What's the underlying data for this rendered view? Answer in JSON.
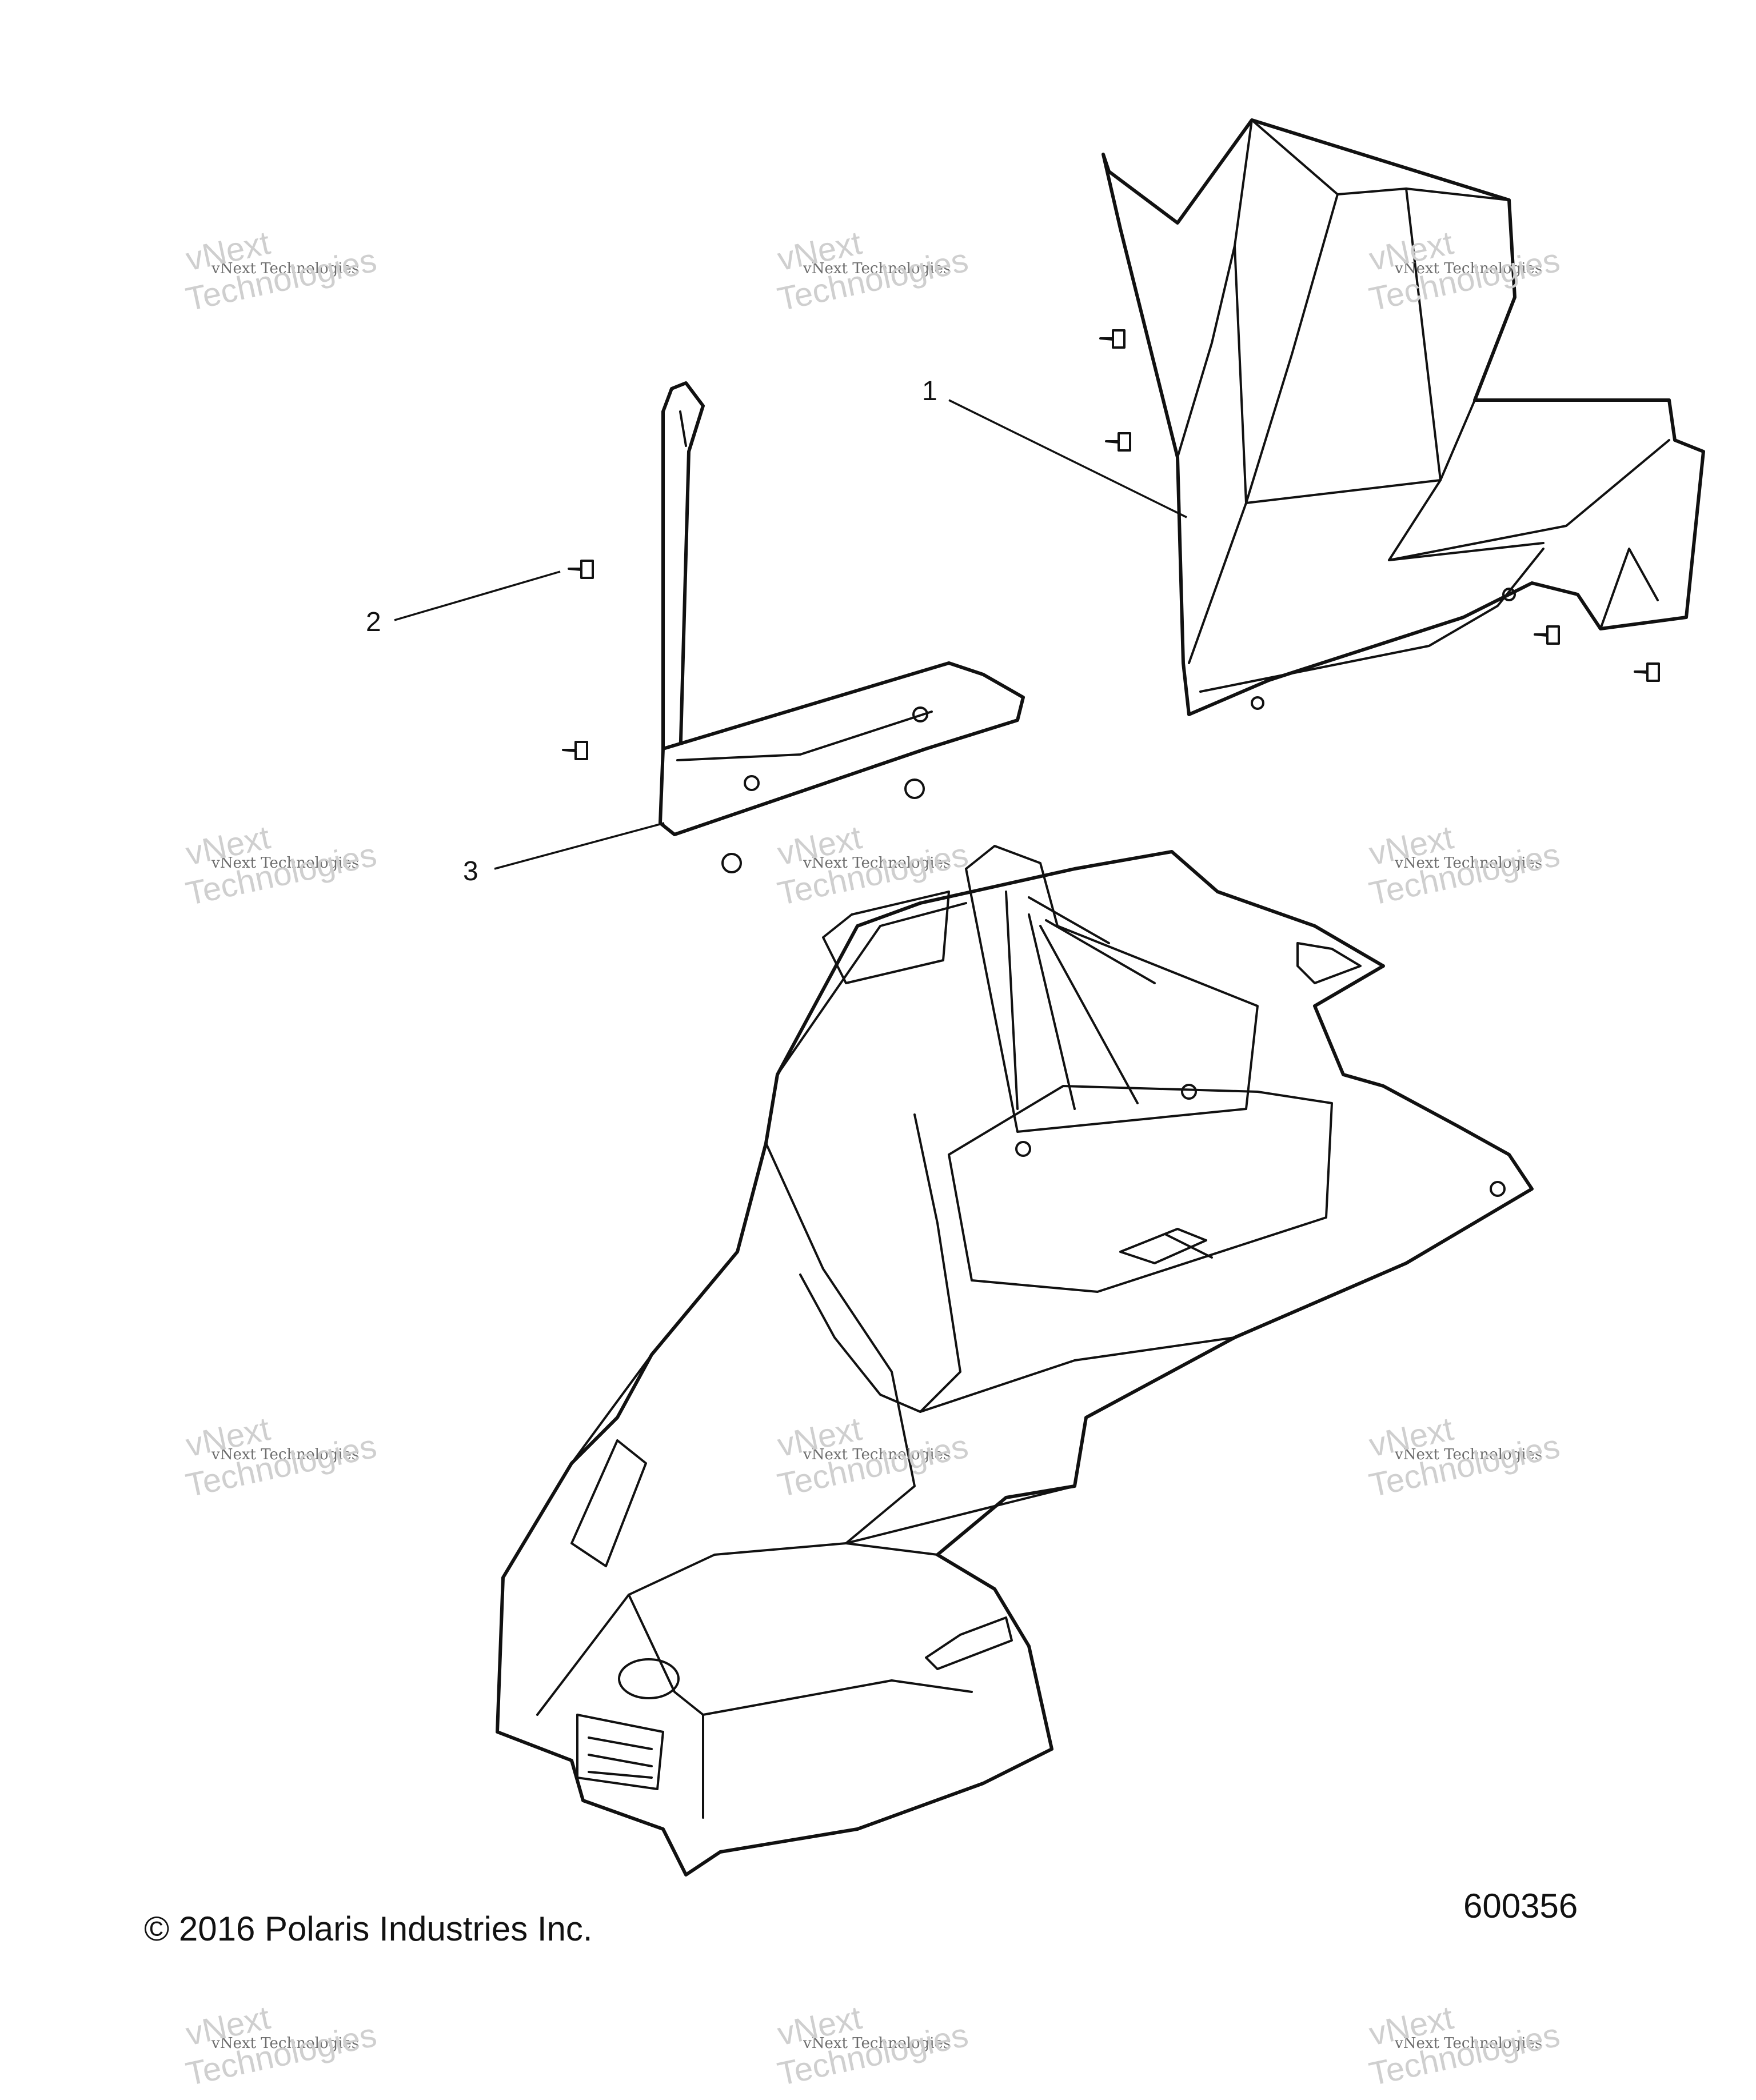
{
  "callouts": [
    {
      "label": "1"
    },
    {
      "label": "2"
    },
    {
      "label": "3"
    }
  ],
  "footer": {
    "copyright": "© 2016 Polaris Industries Inc.",
    "drawing_number": "600356"
  },
  "watermark": {
    "line1": "vNext Technologies",
    "line2a": "vNext",
    "line2b": "Technologies"
  }
}
